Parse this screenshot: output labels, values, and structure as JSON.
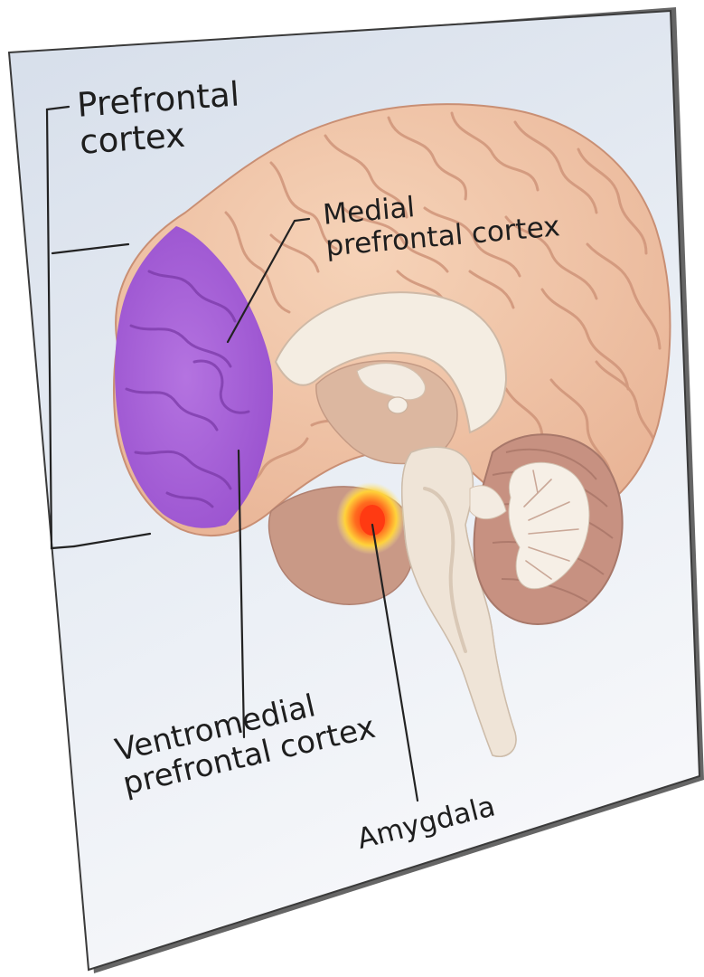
{
  "labels": {
    "prefrontal_cortex": [
      "Prefrontal",
      "cortex"
    ],
    "medial_prefrontal_cortex": [
      "Medial",
      "prefrontal cortex"
    ],
    "ventromedial_prefrontal_cortex": [
      "Ventromedial",
      "prefrontal cortex"
    ],
    "amygdala": "Amygdala"
  },
  "colors": {
    "panel_top": "#dde4ee",
    "panel_bottom": "#f4f6fa",
    "cortex": "#f2c7a8",
    "cortex_gyri": "#d9a184",
    "prefrontal_highlight": "#a55fd4",
    "brainstem": "#f1e6da",
    "cerebellum": "#c89485",
    "amygdala": "#ff5522",
    "line": "#222222"
  }
}
